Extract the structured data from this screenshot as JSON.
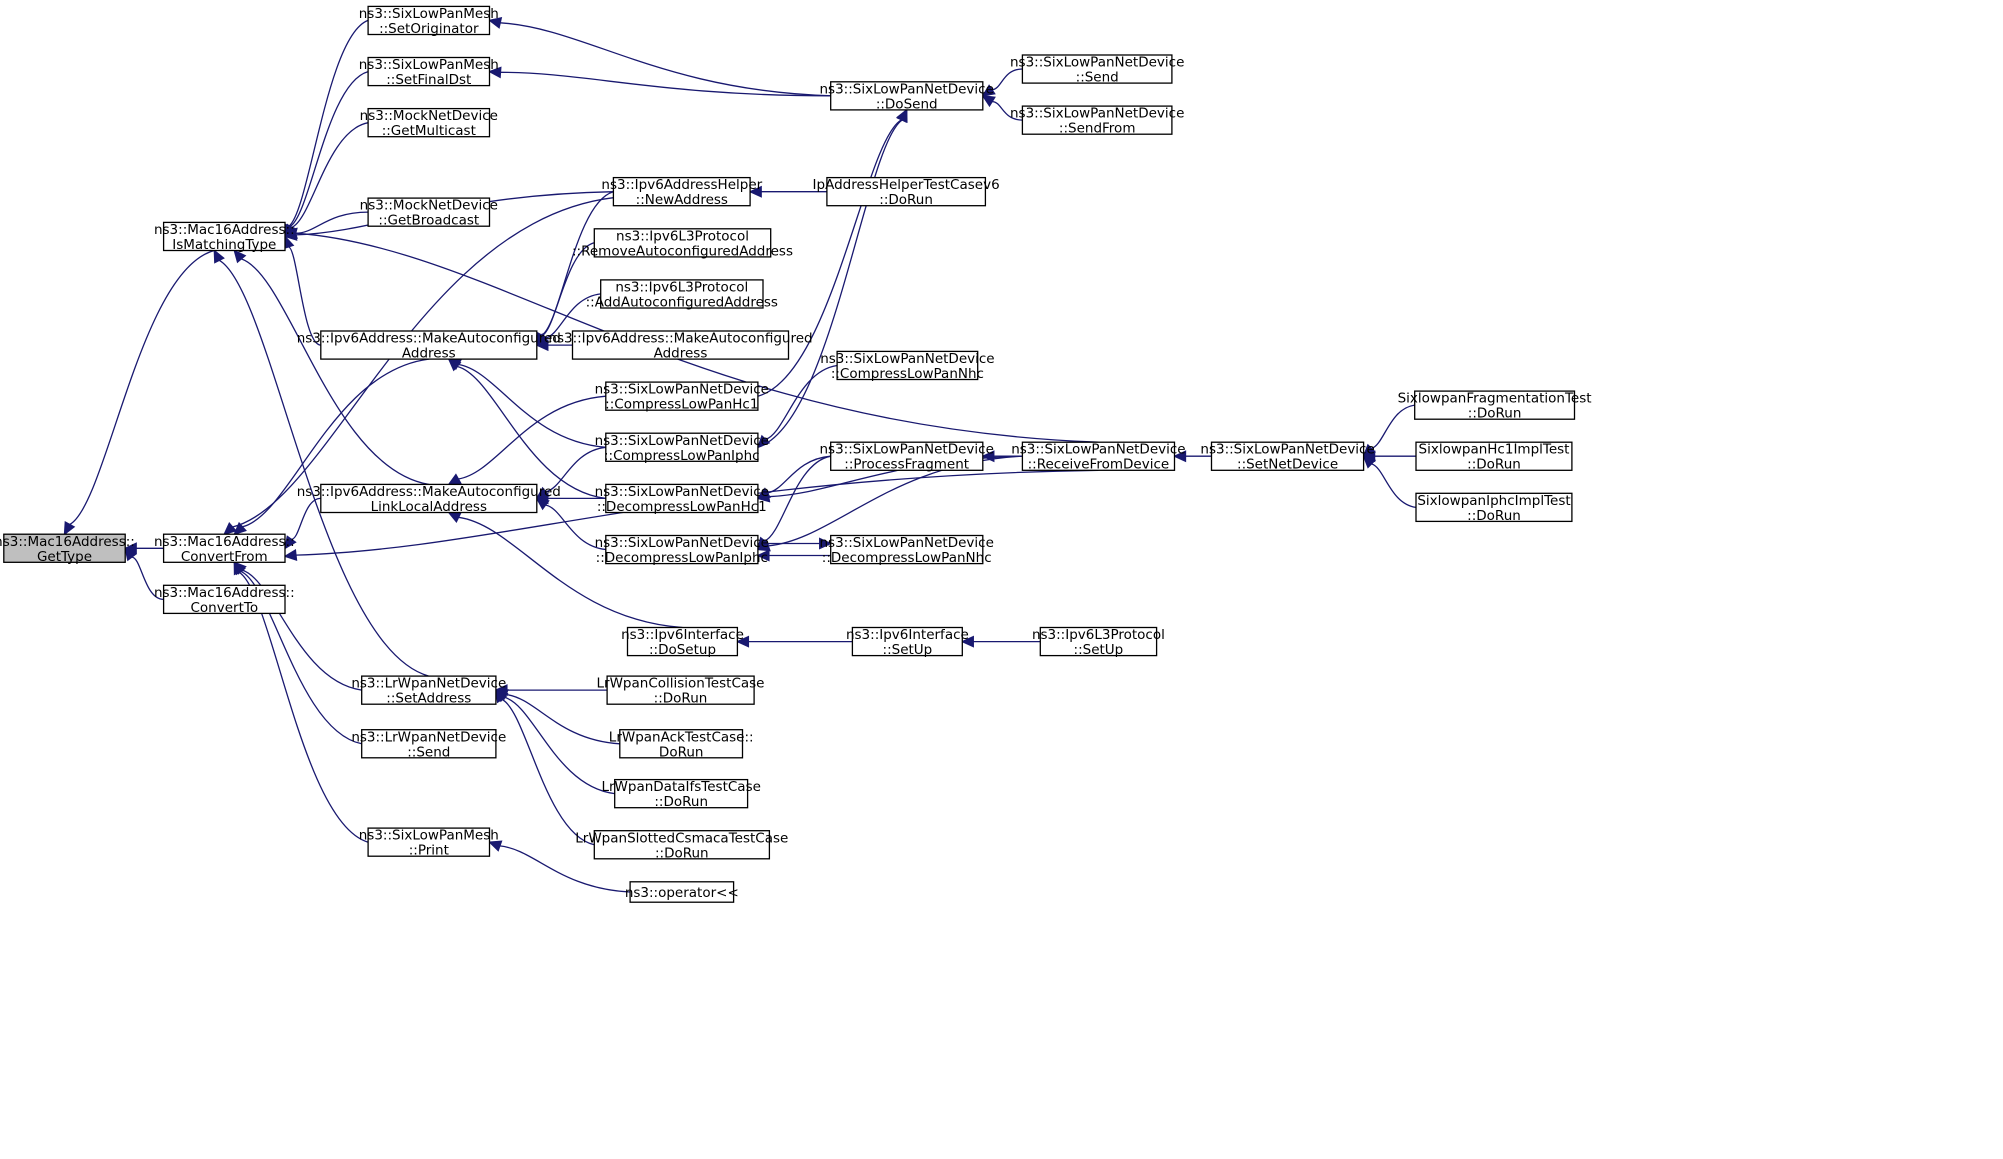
{
  "nodes": [
    {
      "id": "gettype",
      "lines": [
        "ns3::Mac16Address::",
        "GetType"
      ],
      "root": true
    },
    {
      "id": "ismatching",
      "lines": [
        "ns3::Mac16Address::",
        "IsMatchingType"
      ]
    },
    {
      "id": "convertfrom",
      "lines": [
        "ns3::Mac16Address::",
        "ConvertFrom"
      ]
    },
    {
      "id": "convertto",
      "lines": [
        "ns3::Mac16Address::",
        "ConvertTo"
      ]
    },
    {
      "id": "setorig",
      "lines": [
        "ns3::SixLowPanMesh",
        "::SetOriginator"
      ]
    },
    {
      "id": "setfinal",
      "lines": [
        "ns3::SixLowPanMesh",
        "::SetFinalDst"
      ]
    },
    {
      "id": "mockmulti",
      "lines": [
        "ns3::MockNetDevice",
        "::GetMulticast"
      ]
    },
    {
      "id": "mockbroad",
      "lines": [
        "ns3::MockNetDevice",
        "::GetBroadcast"
      ]
    },
    {
      "id": "makeauto",
      "lines": [
        "ns3::Ipv6Address::MakeAutoconfigured",
        "Address"
      ]
    },
    {
      "id": "makelinklocal",
      "lines": [
        "ns3::Ipv6Address::MakeAutoconfigured",
        "LinkLocalAddress"
      ]
    },
    {
      "id": "lrsetaddr",
      "lines": [
        "ns3::LrWpanNetDevice",
        "::SetAddress"
      ]
    },
    {
      "id": "lrsend",
      "lines": [
        "ns3::LrWpanNetDevice",
        "::Send"
      ]
    },
    {
      "id": "meshprint",
      "lines": [
        "ns3::SixLowPanMesh",
        "::Print"
      ]
    },
    {
      "id": "newaddr",
      "lines": [
        "ns3::Ipv6AddressHelper",
        "::NewAddress"
      ]
    },
    {
      "id": "removeauto",
      "lines": [
        "ns3::Ipv6L3Protocol",
        "::RemoveAutoconfiguredAddress"
      ]
    },
    {
      "id": "addauto",
      "lines": [
        "ns3::Ipv6L3Protocol",
        "::AddAutoconfiguredAddress"
      ]
    },
    {
      "id": "makeauto2",
      "lines": [
        "ns3::Ipv6Address::MakeAutoconfigured",
        "Address"
      ]
    },
    {
      "id": "comphc1",
      "lines": [
        "ns3::SixLowPanNetDevice",
        "::CompressLowPanHc1"
      ]
    },
    {
      "id": "compiphc",
      "lines": [
        "ns3::SixLowPanNetDevice",
        "::CompressLowPanIphc"
      ]
    },
    {
      "id": "decomphc1",
      "lines": [
        "ns3::SixLowPanNetDevice",
        "::DecompressLowPanHc1"
      ]
    },
    {
      "id": "decompiphc",
      "lines": [
        "ns3::SixLowPanNetDevice",
        "::DecompressLowPanIphc"
      ]
    },
    {
      "id": "ipv6dosetup",
      "lines": [
        "ns3::Ipv6Interface",
        "::DoSetup"
      ]
    },
    {
      "id": "lrcollision",
      "lines": [
        "LrWpanCollisionTestCase",
        "::DoRun"
      ]
    },
    {
      "id": "lrack",
      "lines": [
        "LrWpanAckTestCase::",
        "DoRun"
      ]
    },
    {
      "id": "lrdataifs",
      "lines": [
        "LrWpanDataIfsTestCase",
        "::DoRun"
      ]
    },
    {
      "id": "lrslotted",
      "lines": [
        "LrWpanSlottedCsmacaTestCase",
        "::DoRun"
      ]
    },
    {
      "id": "operator",
      "lines": [
        "ns3::operator<<"
      ]
    },
    {
      "id": "dosend",
      "lines": [
        "ns3::SixLowPanNetDevice",
        "::DoSend"
      ]
    },
    {
      "id": "iptest",
      "lines": [
        "IpAddressHelperTestCasev6",
        "::DoRun"
      ]
    },
    {
      "id": "compnhc",
      "lines": [
        "ns3::SixLowPanNetDevice",
        "::CompressLowPanNhc"
      ]
    },
    {
      "id": "procfrag",
      "lines": [
        "ns3::SixLowPanNetDevice",
        "::ProcessFragment"
      ]
    },
    {
      "id": "decompnhc",
      "lines": [
        "ns3::SixLowPanNetDevice",
        "::DecompressLowPanNhc"
      ]
    },
    {
      "id": "ipv6setup",
      "lines": [
        "ns3::Ipv6Interface",
        "::SetUp"
      ]
    },
    {
      "id": "send",
      "lines": [
        "ns3::SixLowPanNetDevice",
        "::Send"
      ]
    },
    {
      "id": "sendfrom",
      "lines": [
        "ns3::SixLowPanNetDevice",
        "::SendFrom"
      ]
    },
    {
      "id": "recvdev",
      "lines": [
        "ns3::SixLowPanNetDevice",
        "::ReceiveFromDevice"
      ]
    },
    {
      "id": "l3setup",
      "lines": [
        "ns3::Ipv6L3Protocol",
        "::SetUp"
      ]
    },
    {
      "id": "setnetdev",
      "lines": [
        "ns3::SixLowPanNetDevice",
        "::SetNetDevice"
      ]
    },
    {
      "id": "fragtest",
      "lines": [
        "SixlowpanFragmentationTest",
        "::DoRun"
      ]
    },
    {
      "id": "hc1test",
      "lines": [
        "SixlowpanHc1ImplTest",
        "::DoRun"
      ]
    },
    {
      "id": "iphctest",
      "lines": [
        "SixlowpanIphcImplTest",
        "::DoRun"
      ]
    }
  ]
}
